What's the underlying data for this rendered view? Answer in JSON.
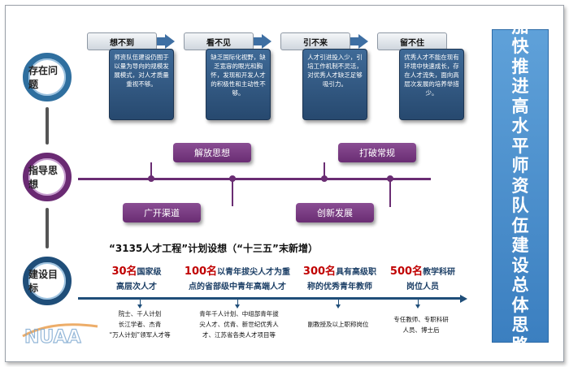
{
  "rows": {
    "problem": "存在问题",
    "guiding": "指导思想",
    "goals": "建设目标"
  },
  "problems": [
    {
      "title": "想不到",
      "desc": "师资队伍建设仍囿于以量为导向的规模发展模式，对人才质量重视不够。"
    },
    {
      "title": "看不见",
      "desc": "缺乏国际化视野，缺乏宽容的眼光和胸怀，发现和开发人才的积极性和主动性不够。"
    },
    {
      "title": "引不来",
      "desc": "人才引进投入少，引培工作机制不灵活，对优秀人才缺乏足够吸引力。"
    },
    {
      "title": "留不住",
      "desc": "优秀人才不能在现有环境中快速成长，存在人才流失，面向高层次发展的培养举措少。"
    }
  ],
  "guiding_items": {
    "top_left": "解放思想",
    "top_right": "打破常规",
    "bottom_left": "广开渠道",
    "bottom_right": "创新发展"
  },
  "plan_title": "“3135人才工程”计划设想（“十三五”末新增）",
  "goals": [
    {
      "num": "30名",
      "line1": "国家级",
      "line2": "高层次人才",
      "details": [
        "院士、千人计划",
        "长江学者、杰青",
        "“万人计划”领军人才等"
      ]
    },
    {
      "num": "100名",
      "line1": "以青年拔尖人才为重",
      "line2": "点的省部级中青年高端人才",
      "details": [
        "青年千人计划、中组部青年拔",
        "尖人才、优青、新世纪优秀人",
        "才、江苏省各类人才项目等"
      ]
    },
    {
      "num": "300名",
      "line1": "具有高级职",
      "line2": "称的优秀青年教师",
      "details": [
        "副教授及以上职称岗位"
      ]
    },
    {
      "num": "500名",
      "line1": "教学科研",
      "line2": "岗位人员",
      "details": [
        "专任教师、专职科研",
        "人员、博士后"
      ]
    }
  ],
  "side_title": "加快推进高水平师资队伍建设总体思路",
  "logo_text": "NUAA",
  "colors": {
    "blue": "#2f6f9f",
    "purple": "#6a2d73",
    "navy": "#1f4e79",
    "red": "#c00000",
    "side": "#4a8fcf"
  }
}
